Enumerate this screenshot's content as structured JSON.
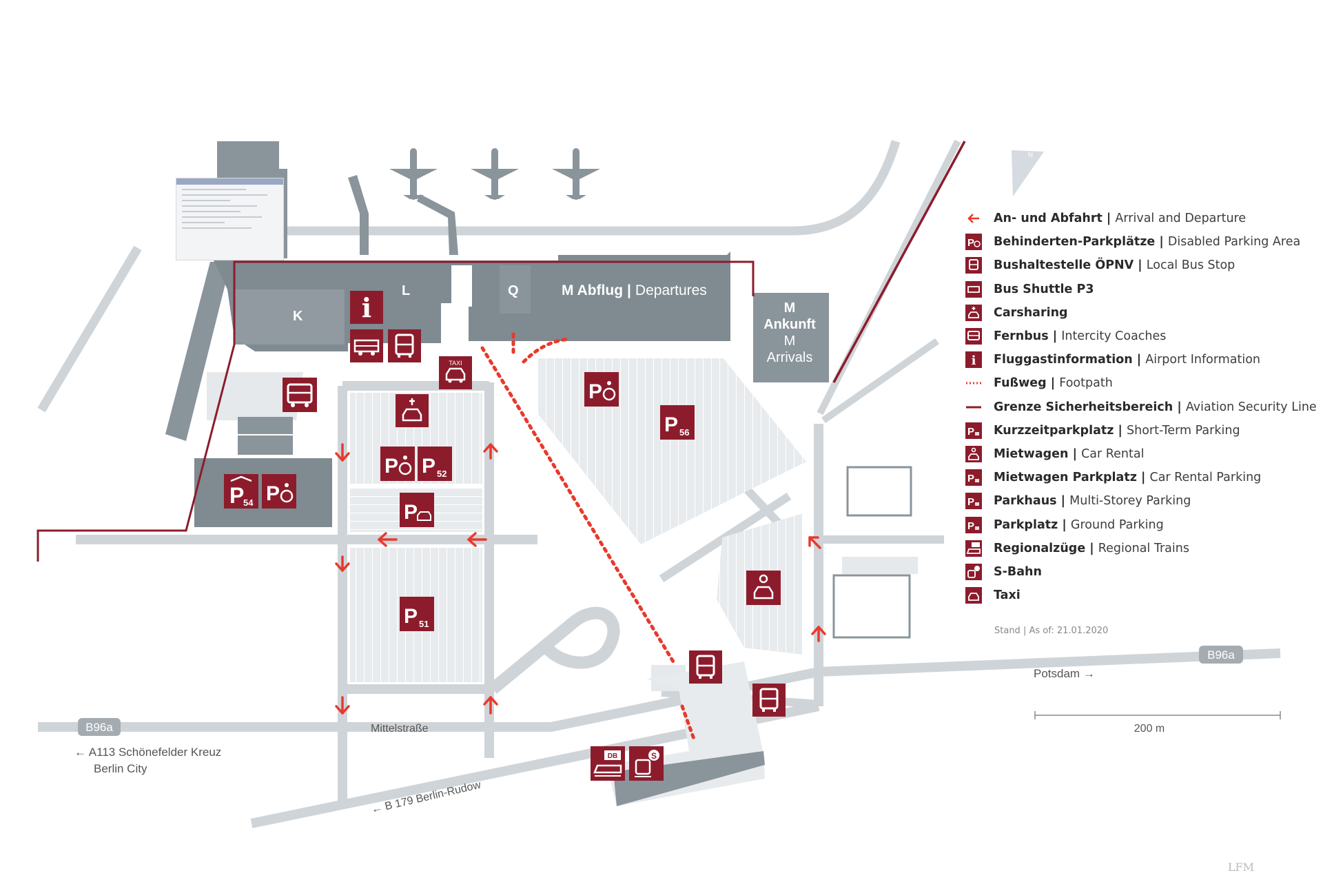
{
  "map": {
    "terminals": {
      "k": "K",
      "l": "L",
      "q": "Q",
      "m_departures_de": "M Abflug",
      "m_departures_sep": "|",
      "m_departures_en": "Departures",
      "m_arrivals_line1": "M",
      "m_arrivals_line2": "Ankunft",
      "m_arrivals_line3": "M",
      "m_arrivals_line4": "Arrivals"
    },
    "parking": {
      "p54": "54",
      "p52": "52",
      "p56": "56",
      "p51": "51",
      "p_letter": "P"
    },
    "icons": {
      "info_letter": "i",
      "taxi_text": "TAXI",
      "db_text": "DB",
      "sbahn_text": "S",
      "north_text": "N"
    },
    "roads": {
      "b96a_left": "B96a",
      "b96a_right": "B96a",
      "mittelstrasse": "Mittelstraße",
      "b179": "← B 179 Berlin-Rudow",
      "a113_line1": "A113 Schönefelder Kreuz",
      "a113_line2": "Berlin City",
      "potsdam": "Potsdam"
    },
    "scale": "200 m",
    "stand_de": "Stand",
    "stand_sep": "|",
    "stand_en": "As of: 21.01.2020",
    "watermark": "LFM"
  },
  "legend": [
    {
      "icon": "arrow-icon",
      "de": "An- und Abfahrt",
      "en": "Arrival and Departure"
    },
    {
      "icon": "disabled-parking-icon",
      "de": "Behinderten-Parkplätze",
      "en": "Disabled Parking Area"
    },
    {
      "icon": "bus-stop-icon",
      "de": "Bushaltestelle ÖPNV",
      "en": "Local Bus Stop"
    },
    {
      "icon": "shuttle-bus-icon",
      "de": "Bus Shuttle P3",
      "en": ""
    },
    {
      "icon": "carsharing-icon",
      "de": "Carsharing",
      "en": ""
    },
    {
      "icon": "coach-icon",
      "de": "Fernbus",
      "en": "Intercity Coaches"
    },
    {
      "icon": "info-icon",
      "de": "Fluggastinformation",
      "en": "Airport Information"
    },
    {
      "icon": "footpath-icon",
      "de": "Fußweg",
      "en": "Footpath"
    },
    {
      "icon": "security-line-icon",
      "de": "Grenze Sicherheitsbereich",
      "en": "Aviation Security Line"
    },
    {
      "icon": "short-term-parking-icon",
      "de": "Kurzzeitparkplatz",
      "en": "Short-Term Parking"
    },
    {
      "icon": "car-rental-icon",
      "de": "Mietwagen",
      "en": "Car Rental"
    },
    {
      "icon": "car-rental-parking-icon",
      "de": "Mietwagen Parkplatz",
      "en": "Car Rental Parking"
    },
    {
      "icon": "multi-storey-parking-icon",
      "de": "Parkhaus",
      "en": "Multi-Storey Parking"
    },
    {
      "icon": "ground-parking-icon",
      "de": "Parkplatz",
      "en": "Ground Parking"
    },
    {
      "icon": "regional-train-icon",
      "de": "Regionalzüge",
      "en": "Regional Trains"
    },
    {
      "icon": "s-bahn-icon",
      "de": "S-Bahn",
      "en": ""
    },
    {
      "icon": "taxi-icon",
      "de": "Taxi",
      "en": ""
    }
  ],
  "colors": {
    "brand_red": "#8c1c2c",
    "arrow_red": "#e8392c",
    "building_gray": "#8a949b",
    "road_gray": "#cfd4d8",
    "lot_gray": "#e6e9eb"
  }
}
